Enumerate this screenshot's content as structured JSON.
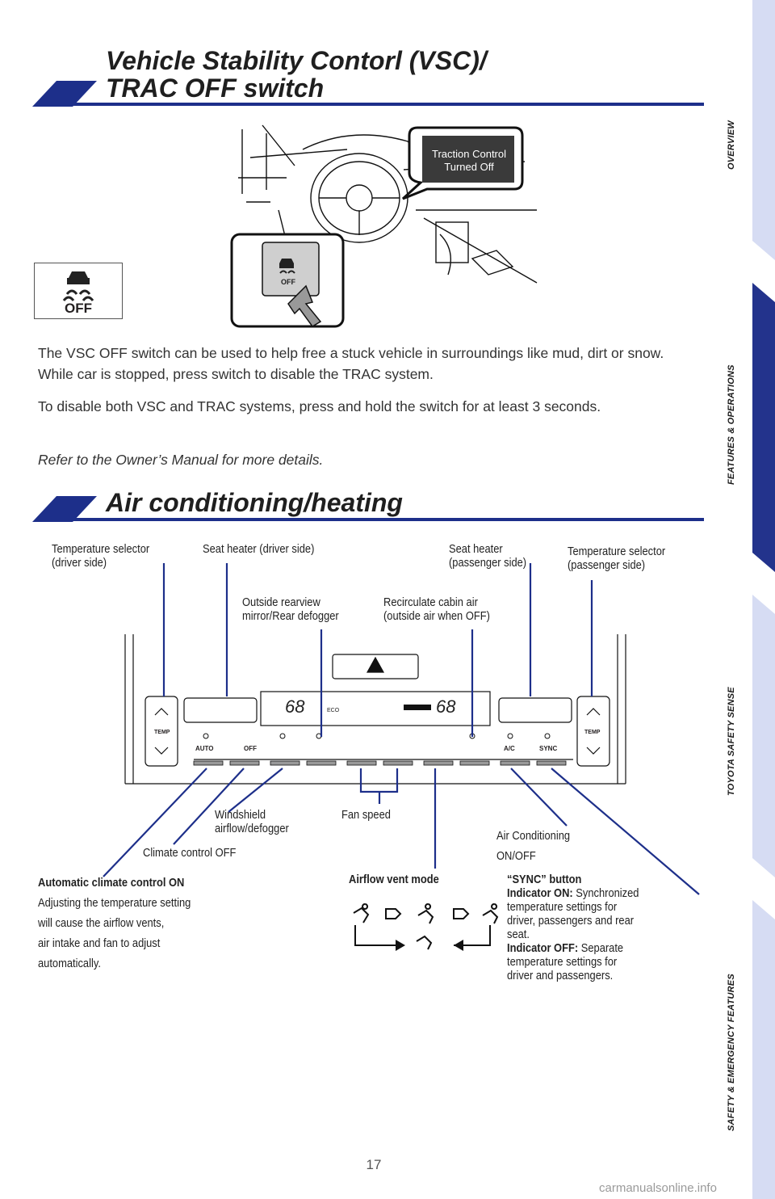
{
  "section_vsc": {
    "title_line1": "Vehicle Stability Contorl (VSC)/",
    "title_line2": "TRAC OFF switch",
    "callout_line1": "Traction Control",
    "callout_line2": "Turned Off",
    "switch_label": "OFF",
    "icon_label": "OFF",
    "paragraph1": "The VSC OFF switch can be used to help free a stuck vehicle in surroundings like mud, dirt or snow. While car is stopped, press switch to disable the TRAC system.",
    "paragraph2": "To disable both VSC and TRAC systems, press and hold the switch for at least 3 seconds.",
    "paragraph3": "Refer to the Owner’s Manual for more details."
  },
  "section_ac": {
    "title": "Air conditioning/heating",
    "panel": {
      "temp_left": "68",
      "temp_right": "68",
      "eco": "ECO",
      "temp_btn": "TEMP",
      "auto": "AUTO",
      "off": "OFF",
      "ac": "A/C",
      "sync": "SYNC"
    },
    "labels": {
      "temp_driver_l1": "Temperature selector",
      "temp_driver_l2": "(driver side)",
      "seat_driver": "Seat heater (driver side)",
      "seat_pass_l1": "Seat heater",
      "seat_pass_l2": "(passenger side)",
      "temp_pass_l1": "Temperature selector",
      "temp_pass_l2": "(passenger side)",
      "mirror_l1": "Outside rearview",
      "mirror_l2": "mirror/Rear defogger",
      "recirc_l1": "Recirculate cabin air",
      "recirc_l2": "(outside air when OFF)",
      "windshield_l1": "Windshield",
      "windshield_l2": "airflow/defogger",
      "fan_speed": "Fan speed",
      "climate_off": "Climate control OFF",
      "ac_l1": "Air Conditioning",
      "ac_l2": "ON/OFF",
      "auto_title": "Automatic climate control ON",
      "auto_desc_l1": "Adjusting the temperature setting",
      "auto_desc_l2": "will cause the airflow vents,",
      "auto_desc_l3": "air intake and fan to adjust",
      "auto_desc_l4": "automatically.",
      "airflow_title": "Airflow vent mode",
      "sync_title": "“SYNC” button",
      "sync_on_label": "Indicator ON:",
      "sync_on_l1": "Synchronized",
      "sync_on_l2": "temperature settings for",
      "sync_on_l3": "driver, passengers and rear",
      "sync_on_l4": "seat.",
      "sync_off_label": "Indicator OFF:",
      "sync_off_l1": "Separate",
      "sync_off_l2": "temperature settings for",
      "sync_off_l3": "driver and passengers."
    }
  },
  "sidebar": {
    "tabs": [
      "OVERVIEW",
      "FEATURES & OPERATIONS",
      "TOYOTA SAFETY SENSE",
      "SAFETY & EMERGENCY FEATURES"
    ]
  },
  "footer": {
    "page_number": "17",
    "watermark": "carmanualsonline.info"
  },
  "colors": {
    "accent_blue": "#1d2f8a",
    "tab_light": "#d6dcf3",
    "tab_dark": "#23338c"
  }
}
